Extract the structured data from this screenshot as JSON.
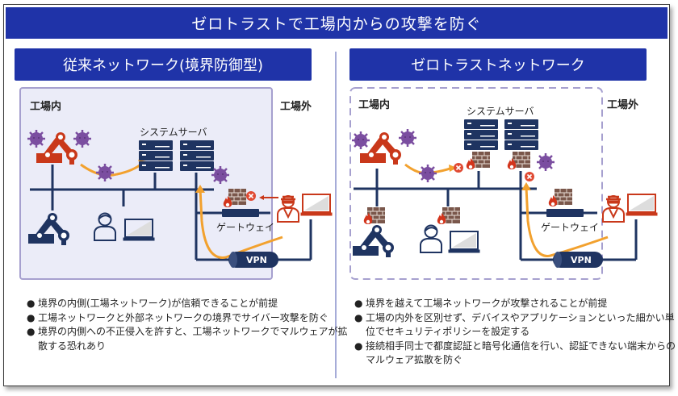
{
  "title": "ゼロトラストで工場内からの攻撃を防ぐ",
  "colors": {
    "brand_blue": "#1f33a8",
    "navy": "#1f3461",
    "device_red": "#c9381a",
    "malware_purple": "#7b4ea0",
    "arrow_orange": "#f2a12e",
    "firewall_brown": "#7a574b",
    "factory_fill": "#ebecf8",
    "boundary_purple": "#a6a0cf"
  },
  "left": {
    "heading": "従来ネットワーク(境界防御型)",
    "inside_label": "工場内",
    "outside_label": "工場外",
    "server_label": "システムサーバ",
    "gateway_label": "ゲートウェイ",
    "vpn_label": "VPN",
    "icons": [
      "robot-arm-infected",
      "malware",
      "server",
      "server",
      "firewall",
      "gateway",
      "robot-arm",
      "user-pc",
      "attacker",
      "laptop",
      "vpn-tunnel"
    ],
    "bullets": [
      {
        "marker": "●",
        "text": "境界の内側(工場ネットワーク)が信頼できることが前提"
      },
      {
        "marker": "●",
        "text": "工場ネットワークと外部ネットワークの境界でサイバー攻撃を防ぐ"
      },
      {
        "marker": "●",
        "text": "境界の内側への不正侵入を許すと、工場ネットワークでマルウェアが拡散する恐れあり"
      }
    ]
  },
  "right": {
    "heading": "ゼロトラストネットワーク",
    "inside_label": "工場内",
    "outside_label": "工場外",
    "server_label": "システムサーバ",
    "gateway_label": "ゲートウェイ",
    "vpn_label": "VPN",
    "bullets": [
      {
        "marker": "●",
        "text": "境界を越えて工場ネットワークが攻撃されることが前提"
      },
      {
        "marker": "●",
        "text": "工場の内外を区別せず、デバイスやアプリケーションといった細かい単位でセキュリティポリシーを設定する"
      },
      {
        "marker": "●",
        "text": "接続相手同士で都度認証と暗号化通信を行い、認証できない端末からのマルウェア拡散を防ぐ"
      }
    ]
  }
}
